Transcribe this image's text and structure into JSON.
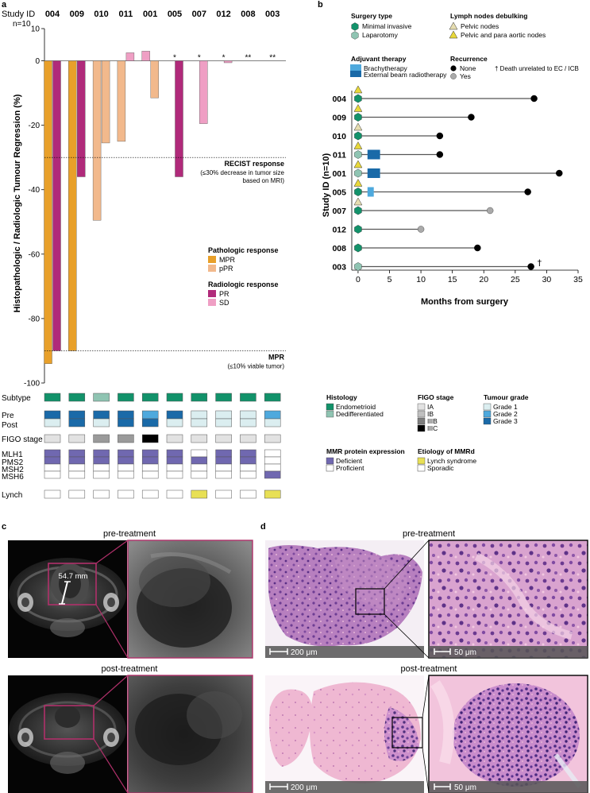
{
  "panel_labels": {
    "a": "a",
    "b": "b",
    "c": "c",
    "d": "d"
  },
  "colors": {
    "mpr": "#e8a02a",
    "ppr": "#f2b98c",
    "pr": "#b02a7a",
    "sd": "#ef9fc4",
    "endometrioid": "#12926a",
    "dedifferentiated": "#8fc4b2",
    "grade1": "#dbeef0",
    "grade2": "#4ea9dd",
    "grade3": "#1a6aa8",
    "figo_ia": "#e2e2e2",
    "figo_ib": "#c0c0c0",
    "figo_iiib": "#9a9a9a",
    "figo_iiic": "#000000",
    "mmr_deficient": "#7068b0",
    "lynch": "#e8e055",
    "pelvic_nodes": "#e6ddb0",
    "para_aortic": "#e8d83a",
    "mri_box": "#b0306a"
  },
  "panel_a": {
    "header_label": "Study ID",
    "n_label": "n=10",
    "ylabel": "Histopathologic / Radiologic Tumour Regression  (%)",
    "chart_data": {
      "type": "bar",
      "categories": [
        "004",
        "009",
        "010",
        "011",
        "001",
        "005",
        "007",
        "012",
        "008",
        "003"
      ],
      "ylim": [
        -100,
        10
      ],
      "yticks": [
        10,
        0,
        -20,
        -40,
        -60,
        -80,
        -100
      ],
      "series": [
        {
          "name": "Pathologic response",
          "values": [
            -94,
            -90,
            -49.5,
            -25,
            3,
            null,
            null,
            null,
            null,
            null
          ],
          "classes": [
            "MPR",
            "MPR",
            "pPR",
            "pPR",
            "SD",
            null,
            null,
            null,
            null,
            null
          ]
        },
        {
          "name": "Radiologic response",
          "values": [
            -90,
            -36,
            -25.5,
            2.5,
            -11.5,
            -36,
            -19.5,
            -0.6,
            null,
            null
          ],
          "classes": [
            "PR",
            "PR",
            "pPR",
            "SD",
            "pPR",
            "PR",
            "SD",
            "SD",
            null,
            null
          ]
        }
      ],
      "bars": [
        {
          "id": "004",
          "path": -94,
          "path_class": "MPR",
          "rad": -90,
          "rad_class": "PR"
        },
        {
          "id": "009",
          "path": -90,
          "path_class": "MPR",
          "rad": -36,
          "rad_class": "PR"
        },
        {
          "id": "010",
          "path": -49.5,
          "path_class": "pPR",
          "rad": -25.5,
          "rad_class": "pPR"
        },
        {
          "id": "011",
          "path": -25,
          "path_class": "pPR",
          "rad": 2.5,
          "rad_class": "SD"
        },
        {
          "id": "001",
          "path": 3,
          "path_class": "SD",
          "rad": -11.5,
          "rad_class": "pPR"
        },
        {
          "id": "005",
          "path": null,
          "path_class": null,
          "rad": -36,
          "rad_class": "PR"
        },
        {
          "id": "007",
          "path": null,
          "path_class": null,
          "rad": -19.5,
          "rad_class": "SD"
        },
        {
          "id": "012",
          "path": null,
          "path_class": null,
          "rad": -0.6,
          "rad_class": "SD"
        },
        {
          "id": "008",
          "path": null,
          "path_class": null,
          "rad": null,
          "rad_class": null
        },
        {
          "id": "003",
          "path": null,
          "path_class": null,
          "rad": null,
          "rad_class": null
        }
      ],
      "stars": [
        "",
        "",
        "",
        "",
        "",
        "*",
        "*",
        "*",
        "**",
        "**"
      ],
      "reference_lines": [
        {
          "value": -30,
          "label": "RECIST response",
          "sublabel1": "(≤30% decrease in tumor size",
          "sublabel2": "based on MRI)"
        },
        {
          "value": -90,
          "label": "MPR",
          "sublabel1": "(≤10% viable tumor)",
          "sublabel2": ""
        }
      ],
      "legend_placement": "right-middle"
    },
    "legend": {
      "pathologic_title": "Pathologic response",
      "mpr": "MPR",
      "ppr": "pPR",
      "radiologic_title": "Radiologic response",
      "pr": "PR",
      "sd": "SD"
    },
    "row_labels": {
      "subtype": "Subtype",
      "pre": "Pre",
      "post": "Post",
      "figo": "FIGO stage",
      "mlh1": "MLH1",
      "pms2": "PMS2",
      "msh2": "MSH2",
      "msh6": "MSH6",
      "lynch": "Lynch"
    },
    "tracks": {
      "subtype": [
        "E",
        "E",
        "D",
        "E",
        "E",
        "E",
        "E",
        "E",
        "E",
        "E"
      ],
      "grade_pre": [
        3,
        3,
        3,
        3,
        2,
        3,
        1,
        1,
        1,
        2
      ],
      "grade_post": [
        1,
        3,
        1,
        3,
        3,
        1,
        1,
        1,
        1,
        1
      ],
      "figo": [
        "IA",
        "IA",
        "IIIB",
        "IIIB",
        "IIIC",
        "IA",
        "IA",
        "IA",
        "IA",
        "IA"
      ],
      "mlh1": [
        1,
        1,
        1,
        1,
        1,
        1,
        0,
        1,
        1,
        0
      ],
      "pms2": [
        1,
        1,
        1,
        1,
        1,
        1,
        1,
        1,
        1,
        0
      ],
      "msh2": [
        0,
        0,
        0,
        0,
        0,
        0,
        0,
        0,
        0,
        0
      ],
      "msh6": [
        0,
        0,
        0,
        0,
        0,
        0,
        0,
        0,
        0,
        1
      ],
      "lynch": [
        0,
        0,
        0,
        0,
        0,
        0,
        1,
        0,
        0,
        1
      ]
    },
    "track_legend": {
      "histology_title": "Histology",
      "endometrioid": "Endometrioid",
      "dedifferentiated": "Dedifferentiated",
      "figo_title": "FIGO stage",
      "ia": "IA",
      "ib": "IB",
      "iiib": "IIIB",
      "iiic": "IIIC",
      "grade_title": "Tumour grade",
      "g1": "Grade 1",
      "g2": "Grade 2",
      "g3": "Grade 3",
      "mmr_title": "MMR protein expression",
      "deficient": "Deficient",
      "proficient": "Proficient",
      "etiology_title": "Etiology of MMRd",
      "lynch": "Lynch syndrome",
      "sporadic": "Sporadic"
    }
  },
  "panel_b": {
    "legend": {
      "surgery_title": "Surgery type",
      "minimal": "Minimal invasive",
      "laparotomy": "Laparotomy",
      "lymph_title": "Lymph nodes debulking",
      "pelvic": "Pelvic nodes",
      "pelvic_para": "Pelvic and para aortic nodes",
      "adjuvant_title": "Adjuvant therapy",
      "brachy": "Brachytherapy",
      "ebrt": "External beam radiotherapy",
      "recurrence_title": "Recurrence",
      "none": "None",
      "yes": "Yes",
      "death_note": "† Death unrelated to EC / ICB"
    },
    "ylabel": "Study ID (n=10)",
    "chart_data": {
      "type": "swimmer",
      "xlabel": "Months from surgery",
      "xlim": [
        -1,
        35
      ],
      "xticks": [
        0,
        5,
        10,
        15,
        20,
        25,
        30,
        35
      ],
      "patients": [
        {
          "id": "004",
          "followup": 28,
          "surgery": "minimal",
          "nodes": "pelvic_para",
          "therapy": null,
          "therapy_start": null,
          "therapy_end": null,
          "recurrence": "none",
          "death": false
        },
        {
          "id": "009",
          "followup": 18,
          "surgery": "minimal",
          "nodes": "pelvic_para",
          "therapy": null,
          "therapy_start": null,
          "therapy_end": null,
          "recurrence": "none",
          "death": false
        },
        {
          "id": "010",
          "followup": 13,
          "surgery": "minimal",
          "nodes": "pelvic",
          "therapy": null,
          "therapy_start": null,
          "therapy_end": null,
          "recurrence": "none",
          "death": false
        },
        {
          "id": "011",
          "followup": 13,
          "surgery": "laparotomy",
          "nodes": "pelvic_para",
          "therapy": "ebrt",
          "therapy_start": 1.5,
          "therapy_end": 3.5,
          "recurrence": "none",
          "death": false
        },
        {
          "id": "001",
          "followup": 32,
          "surgery": "laparotomy",
          "nodes": "pelvic_para",
          "therapy": "ebrt",
          "therapy_start": 1.5,
          "therapy_end": 3.5,
          "recurrence": "none",
          "death": false
        },
        {
          "id": "005",
          "followup": 27,
          "surgery": "minimal",
          "nodes": "pelvic_para",
          "therapy": "brachy",
          "therapy_start": 1.5,
          "therapy_end": 2.5,
          "recurrence": "none",
          "death": false
        },
        {
          "id": "007",
          "followup": 21,
          "surgery": "minimal",
          "nodes": "pelvic",
          "therapy": null,
          "therapy_start": null,
          "therapy_end": null,
          "recurrence": "yes",
          "death": false
        },
        {
          "id": "012",
          "followup": 10,
          "surgery": "minimal",
          "nodes": null,
          "therapy": null,
          "therapy_start": null,
          "therapy_end": null,
          "recurrence": "yes",
          "death": false
        },
        {
          "id": "008",
          "followup": 19,
          "surgery": "minimal",
          "nodes": null,
          "therapy": null,
          "therapy_start": null,
          "therapy_end": null,
          "recurrence": "none",
          "death": false
        },
        {
          "id": "003",
          "followup": 27.5,
          "surgery": "laparotomy",
          "nodes": null,
          "therapy": null,
          "therapy_start": null,
          "therapy_end": null,
          "recurrence": "none",
          "death": true
        }
      ]
    },
    "dagger": "†"
  },
  "panel_c": {
    "pre_title": "pre-treatment",
    "post_title": "post-treatment",
    "measure": "54.7 mm"
  },
  "panel_d": {
    "pre_title": "pre-treatment",
    "post_title": "post-treatment",
    "scale_200": "200 μm",
    "scale_50": "50 μm"
  }
}
